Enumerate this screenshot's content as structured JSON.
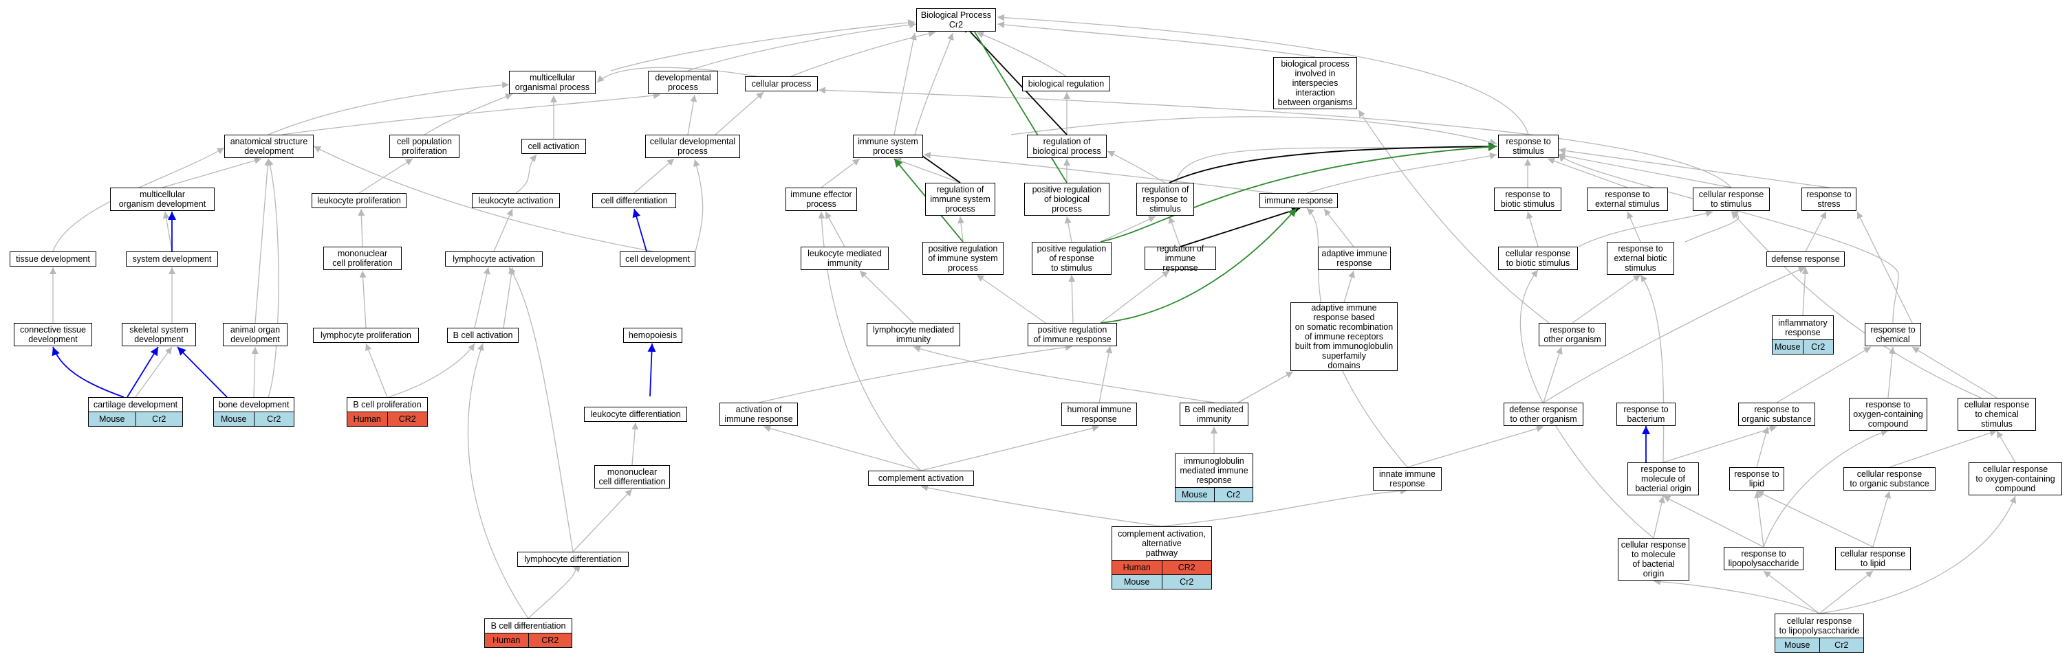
{
  "colors": {
    "gray": "#b8b8b8",
    "black": "#000000",
    "blue": "#0000ee",
    "green": "#2e8b2e",
    "mouse": "#add8e6",
    "human": "#e8583f"
  },
  "nodes": {
    "bp": "Biological Process\nCr2",
    "multicellular_organismal_process": "multicellular\norganismal process",
    "developmental_process": "developmental\nprocess",
    "cellular_process": "cellular process",
    "biological_regulation": "biological regulation",
    "interspecies": "biological process\ninvolved in\ninterspecies\ninteraction\nbetween organisms",
    "anatomical_structure_development": "anatomical structure\ndevelopment",
    "cell_population_proliferation": "cell population\nproliferation",
    "cell_activation": "cell activation",
    "cellular_developmental_process": "cellular developmental\nprocess",
    "immune_system_process": "immune system\nprocess",
    "regulation_of_biological_process": "regulation of\nbiological process",
    "response_to_stimulus": "response to\nstimulus",
    "multicellular_organism_development": "multicellular\norganism development",
    "leukocyte_proliferation": "leukocyte proliferation",
    "leukocyte_activation": "leukocyte activation",
    "cell_differentiation": "cell differentiation",
    "immune_effector_process": "immune effector\nprocess",
    "regulation_of_immune_system_process": "regulation of\nimmune system\nprocess",
    "positive_regulation_of_biological_process": "positive regulation\nof biological\nprocess",
    "regulation_of_response_to_stimulus": "regulation of\nresponse to\nstimulus",
    "immune_response": "immune response",
    "response_to_biotic_stimulus": "response to\nbiotic stimulus",
    "response_to_external_stimulus": "response to\nexternal stimulus",
    "cellular_response_to_stimulus": "cellular response\nto stimulus",
    "response_to_stress": "response to\nstress",
    "tissue_development": "tissue development",
    "system_development": "system development",
    "mononuclear_cell_proliferation": "mononuclear\ncell proliferation",
    "lymphocyte_activation": "lymphocyte activation",
    "cell_development": "cell development",
    "leukocyte_mediated_immunity": "leukocyte mediated\nimmunity",
    "positive_regulation_of_immune_system_process": "positive regulation\nof immune system\nprocess",
    "positive_regulation_of_response_to_stimulus": "positive regulation\nof response\nto stimulus",
    "regulation_of_immune_response": "regulation of\nimmune response",
    "adaptive_immune_response": "adaptive immune\nresponse",
    "cellular_response_to_biotic_stimulus": "cellular response\nto biotic stimulus",
    "response_to_external_biotic_stimulus": "response to\nexternal biotic\nstimulus",
    "defense_response": "defense response",
    "connective_tissue_development": "connective tissue\ndevelopment",
    "skeletal_system_development": "skeletal system\ndevelopment",
    "animal_organ_development": "animal organ\ndevelopment",
    "lymphocyte_proliferation": "lymphocyte proliferation",
    "b_cell_activation": "B cell activation",
    "hemopoiesis": "hemopoiesis",
    "lymphocyte_mediated_immunity": "lymphocyte mediated\nimmunity",
    "positive_regulation_of_immune_response": "positive regulation\nof immune response",
    "adaptive_somatic": "adaptive immune\nresponse based\non somatic recombination\nof immune receptors\nbuilt from immunoglobulin\nsuperfamily\ndomains",
    "response_to_other_organism": "response to\nother organism",
    "response_to_chemical": "response to\nchemical",
    "leukocyte_differentiation": "leukocyte differentiation",
    "activation_of_immune_response": "activation of\nimmune response",
    "humoral_immune_response": "humoral immune\nresponse",
    "b_cell_mediated_immunity": "B cell mediated\nimmunity",
    "defense_response_to_other_organism": "defense response\nto other organism",
    "response_to_bacterium": "response to\nbacterium",
    "response_to_organic_substance": "response to\norganic substance",
    "response_to_oxygen_containing_compound": "response to\noxygen-containing\ncompound",
    "cellular_response_to_chemical_stimulus": "cellular response\nto chemical\nstimulus",
    "mononuclear_cell_differentiation": "mononuclear\ncell differentiation",
    "complement_activation": "complement activation",
    "innate_immune_response": "innate immune\nresponse",
    "response_to_molecule_of_bacterial_origin": "response to\nmolecule of\nbacterial origin",
    "response_to_lipid": "response to\nlipid",
    "cellular_response_to_organic_substance": "cellular response\nto organic substance",
    "cellular_response_to_oxygen_containing_compound": "cellular response\nto oxygen-containing\ncompound",
    "lymphocyte_differentiation": "lymphocyte differentiation",
    "cellular_response_to_molecule_of_bacterial_origin": "cellular response\nto molecule\nof bacterial\norigin",
    "response_to_lipopolysaccharide": "response to\nlipopolysaccharide",
    "cellular_response_to_lipid": "cellular response\nto lipid"
  },
  "leaves": {
    "cartilage_development": {
      "label": "cartilage development",
      "rows": [
        [
          "Mouse",
          "Cr2"
        ]
      ]
    },
    "bone_development": {
      "label": "bone development",
      "rows": [
        [
          "Mouse",
          "Cr2"
        ]
      ]
    },
    "b_cell_proliferation": {
      "label": "B cell proliferation",
      "rows": [
        [
          "Human",
          "CR2"
        ]
      ]
    },
    "inflammatory_response": {
      "label": "inflammatory\nresponse",
      "rows": [
        [
          "Mouse",
          "Cr2"
        ]
      ]
    },
    "immunoglobulin_mediated": {
      "label": "immunoglobulin\nmediated immune\nresponse",
      "rows": [
        [
          "Mouse",
          "Cr2"
        ]
      ]
    },
    "complement_alternative": {
      "label": "complement activation,\nalternative\npathway",
      "rows": [
        [
          "Human",
          "CR2"
        ],
        [
          "Mouse",
          "Cr2"
        ]
      ]
    },
    "b_cell_differentiation": {
      "label": "B cell differentiation",
      "rows": [
        [
          "Human",
          "CR2"
        ]
      ]
    },
    "cellular_response_to_lps": {
      "label": "cellular response\nto lipopolysaccharide",
      "rows": [
        [
          "Mouse",
          "Cr2"
        ]
      ]
    }
  }
}
